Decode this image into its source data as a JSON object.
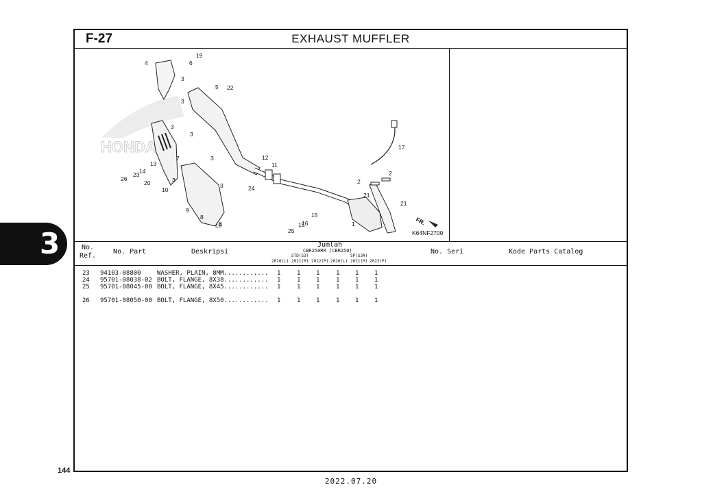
{
  "header": {
    "figure_code": "F-27",
    "title": "EXHAUST MUFFLER"
  },
  "diagram": {
    "watermark": "HONDA",
    "code": "K64NF2700",
    "fr_label": "FR.",
    "callouts": [
      "1",
      "2",
      "2",
      "3",
      "3",
      "3",
      "3",
      "3",
      "3",
      "3",
      "4",
      "5",
      "6",
      "7",
      "8",
      "8",
      "9",
      "10",
      "11",
      "12",
      "13",
      "14",
      "15",
      "15",
      "16",
      "17",
      "18",
      "19",
      "20",
      "21",
      "21",
      "22",
      "23",
      "24",
      "25",
      "26"
    ]
  },
  "columns": {
    "ref_line1": "No.",
    "ref_line2": "Ref.",
    "part_no": "No. Part",
    "desc": "Deskripsi",
    "qty": "Jumlah",
    "model": "CBR250RR (CBR250)",
    "std": "STD(S3)",
    "sp": "SP(S3A)",
    "years": [
      "2020(L)",
      "2021(M)",
      "2022(P)",
      "2020(L)",
      "2021(M)",
      "2022(P)"
    ],
    "serial": "No. Seri",
    "catalog": "Kode Parts Catalog"
  },
  "parts": [
    {
      "ref": "23",
      "part": "94103-08800",
      "desc": "WASHER, PLAIN, 8MM............",
      "qty": [
        "1",
        "1",
        "1",
        "1",
        "1",
        "1"
      ]
    },
    {
      "ref": "24",
      "part": "95701-08038-02",
      "desc": "BOLT, FLANGE, 8X38............",
      "qty": [
        "1",
        "1",
        "1",
        "1",
        "1",
        "1"
      ]
    },
    {
      "ref": "25",
      "part": "95701-08045-00",
      "desc": "BOLT, FLANGE, 8X45............",
      "qty": [
        "1",
        "1",
        "1",
        "1",
        "1",
        "1"
      ]
    },
    {
      "ref": "26",
      "part": "95701-08050-00",
      "desc": "BOLT, FLANGE, 8X50............",
      "qty": [
        "1",
        "1",
        "1",
        "1",
        "1",
        "1"
      ]
    }
  ],
  "section_tab": "3",
  "page_number": "144",
  "date": "2022.07.20"
}
